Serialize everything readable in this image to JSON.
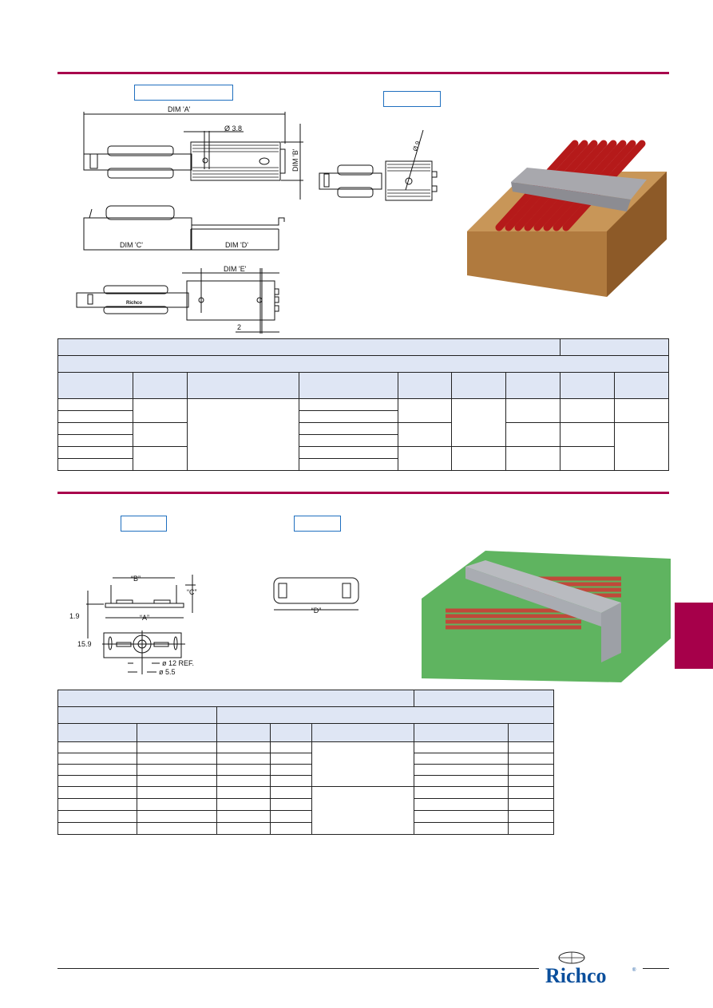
{
  "section1": {
    "drawing_labels": {
      "dim_a": "DIM 'A'",
      "dim_b": "DIM 'B'",
      "dim_c": "DIM 'C'",
      "dim_d": "DIM 'D'",
      "dim_e": "DIM 'E'",
      "hole": "Ø 3.8",
      "hole2": "Ø 9",
      "offset": "2"
    },
    "logo_small": "Richco"
  },
  "section2": {
    "drawing_labels": {
      "b": "“B”",
      "c": "“C”",
      "a": "“A”",
      "d": "“D”",
      "h1": "1.9",
      "h2": "15.9",
      "ref": "ø 12  REF.",
      "hole": "ø 5.5"
    }
  },
  "footer": {
    "logo": "Richco"
  },
  "colors": {
    "accent": "#a8004c",
    "header_fill": "#dfe6f4",
    "box_blue": "#1f6fbf",
    "logo_blue": "#0b4f9c"
  }
}
